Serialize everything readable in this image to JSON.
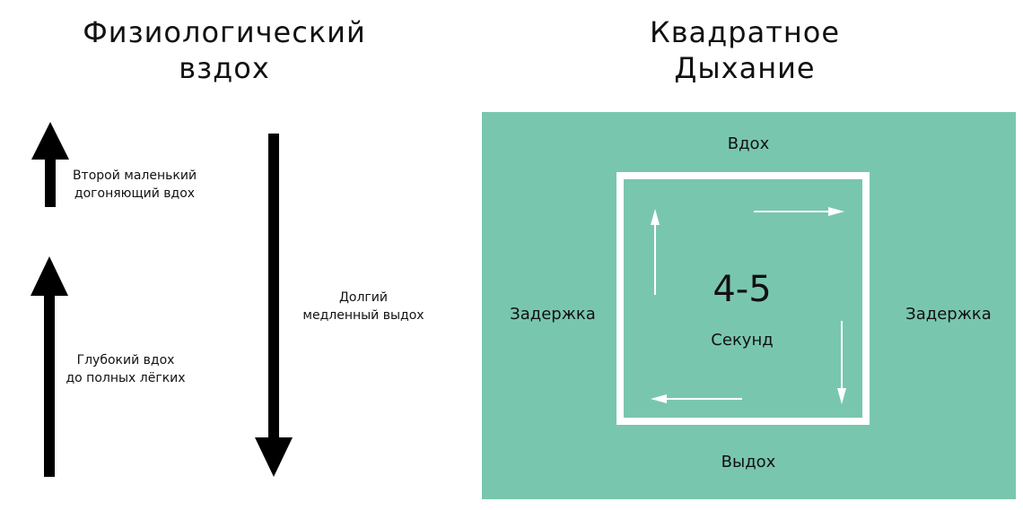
{
  "left": {
    "title_line1": "Физиологический",
    "title_line2": "вздох",
    "second_inhale_line1": "Второй маленький",
    "second_inhale_line2": "догоняющий вдох",
    "deep_inhale_line1": "Глубокий вдох",
    "deep_inhale_line2": "до полных лёгких",
    "long_exhale_line1": "Долгий",
    "long_exhale_line2": "медленный выдох"
  },
  "right": {
    "title_line1": "Квадратное",
    "title_line2": "Дыхание",
    "top_label": "Вдох",
    "bottom_label": "Выдох",
    "left_label": "Задержка",
    "right_label": "Задержка",
    "count": "4-5",
    "unit": "Секунд"
  },
  "colors": {
    "panel": "#79c6ae",
    "square_border": "#ffffff",
    "arrows": "#000000"
  }
}
